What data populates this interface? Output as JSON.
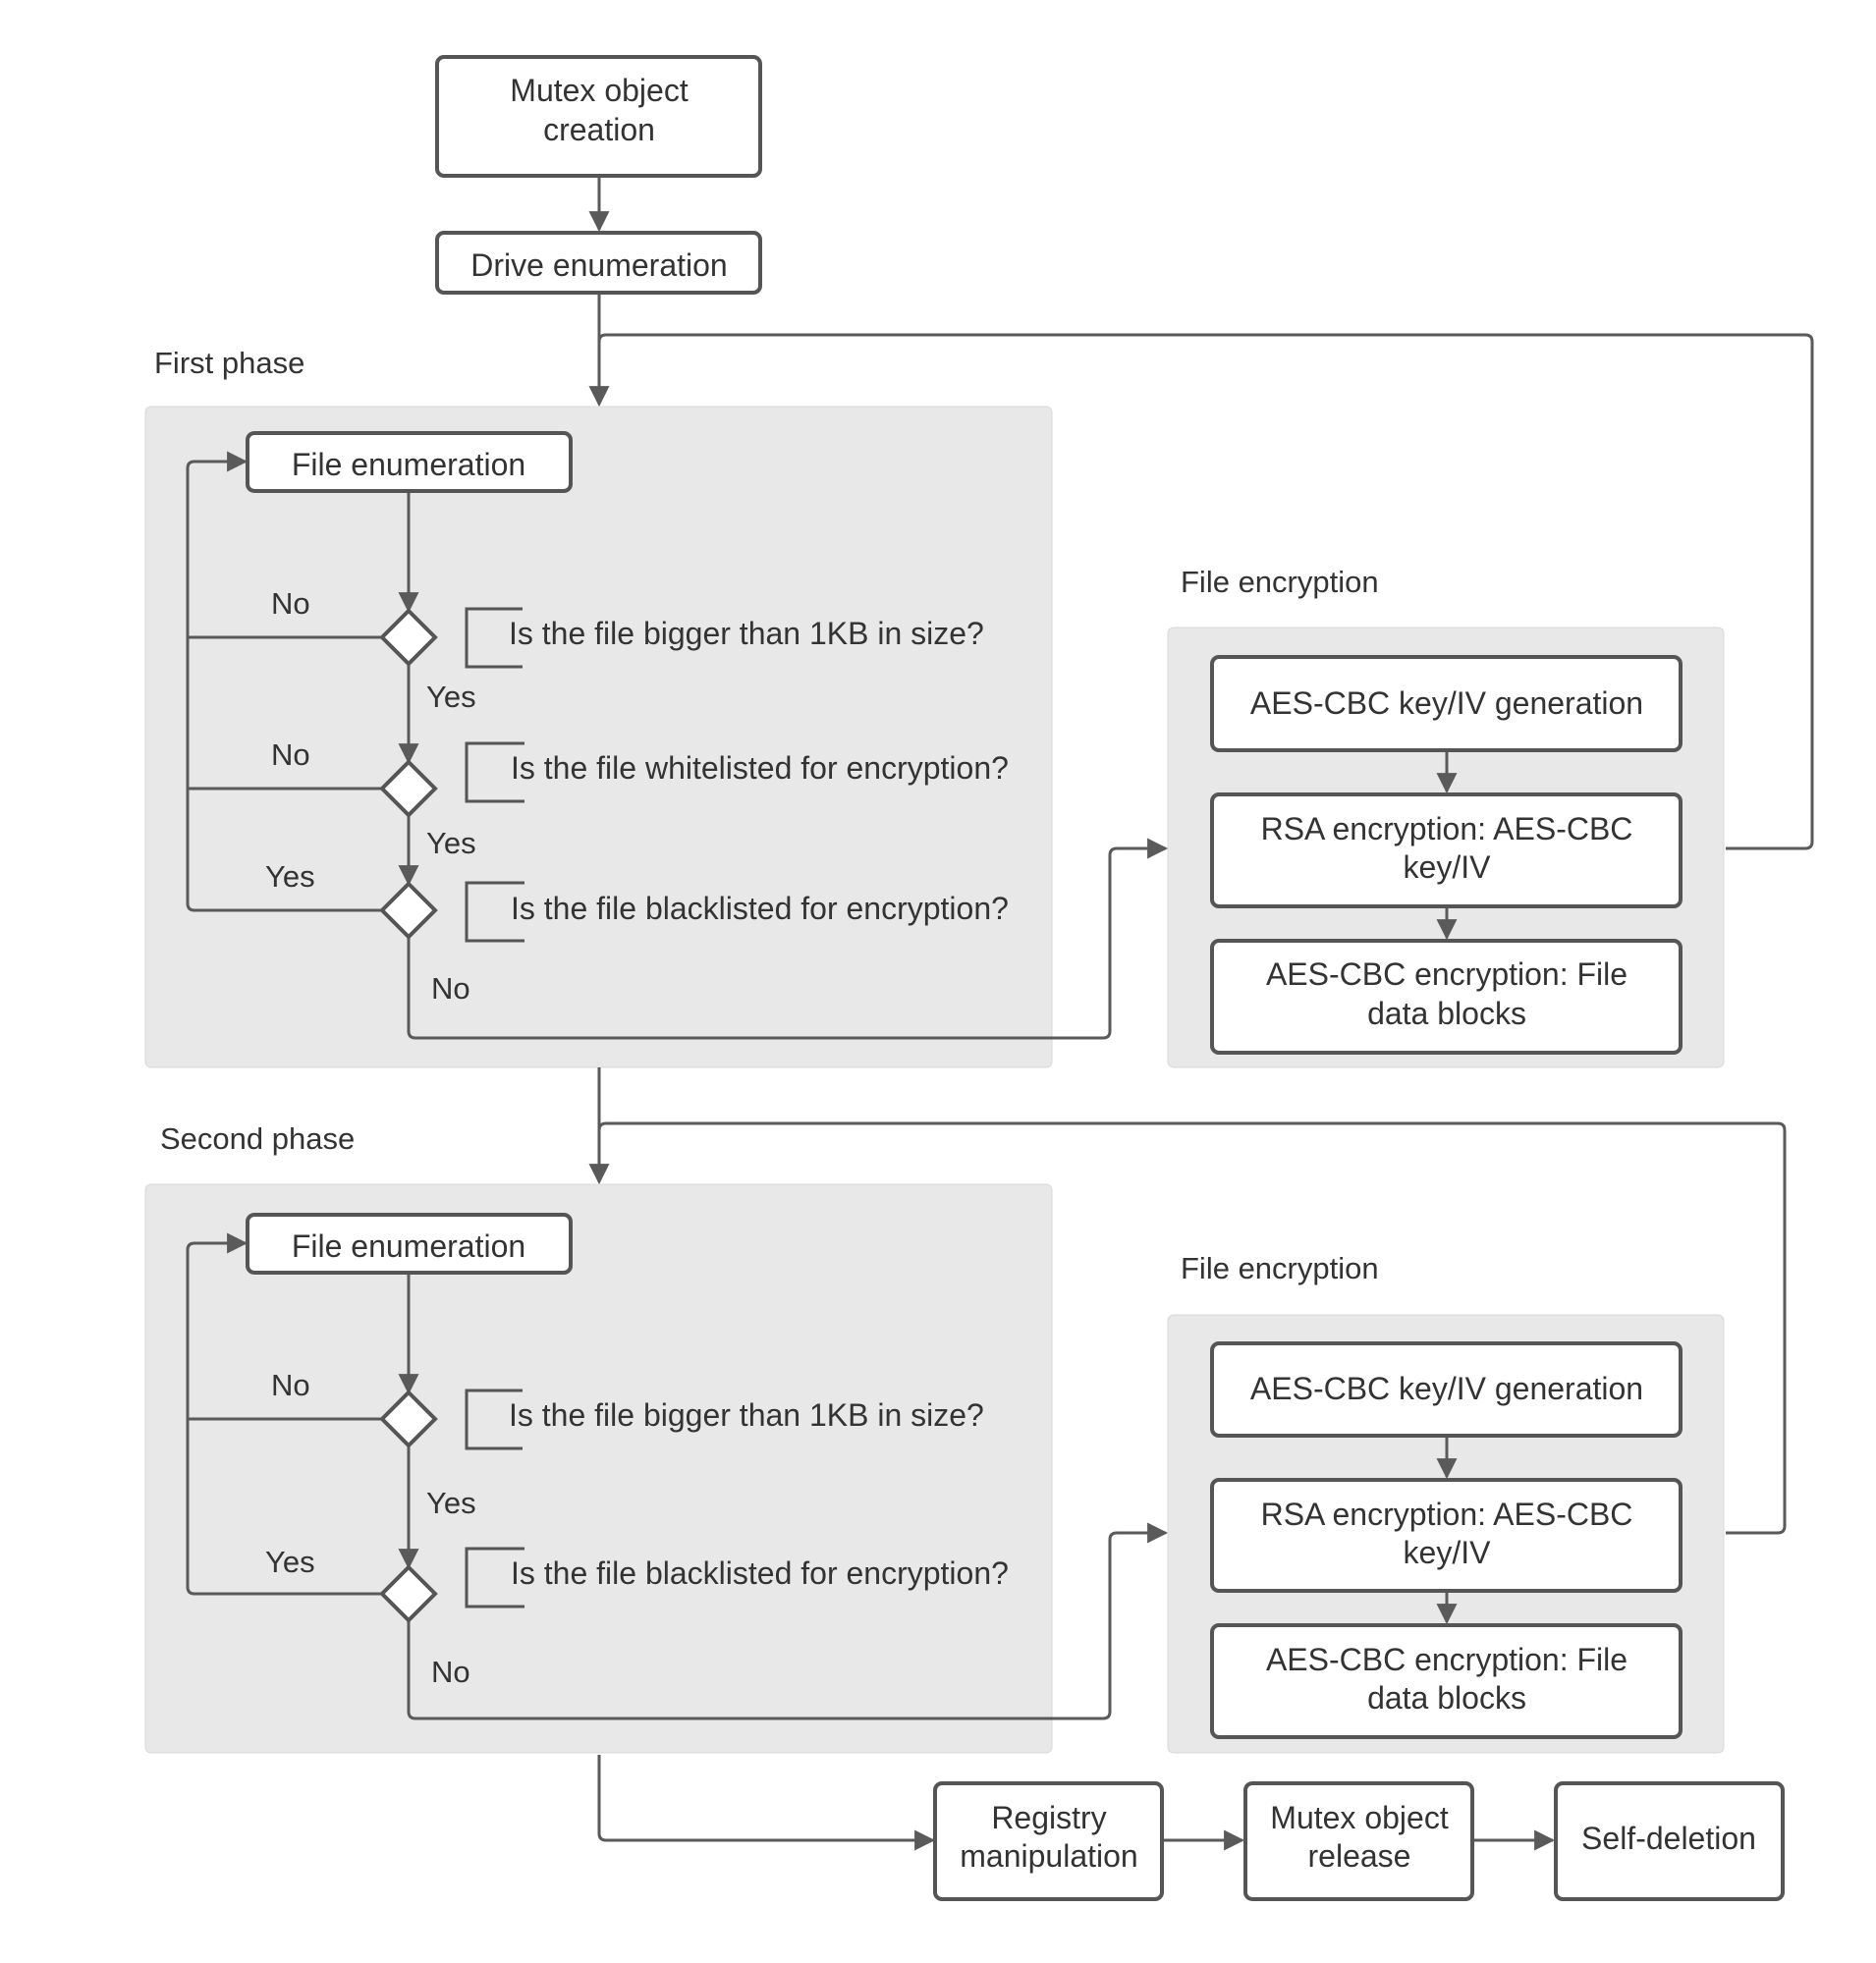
{
  "nodes": {
    "mutex_creation": [
      "Mutex object",
      "creation"
    ],
    "drive_enumeration": "Drive enumeration",
    "registry_manipulation": [
      "Registry",
      "manipulation"
    ],
    "mutex_release": [
      "Mutex object",
      "release"
    ],
    "self_deletion": "Self-deletion"
  },
  "first_phase": {
    "title": "First phase",
    "file_enumeration": "File enumeration",
    "q_size": "Is the file bigger than 1KB in size?",
    "q_whitelist": "Is the file whitelisted for encryption?",
    "q_blacklist": "Is the file blacklisted for encryption?",
    "labels": {
      "size_no": "No",
      "size_yes": "Yes",
      "white_no": "No",
      "white_yes": "Yes",
      "black_yes": "Yes",
      "black_no": "No"
    },
    "encryption": {
      "title": "File encryption",
      "key_gen": "AES-CBC key/IV generation",
      "rsa": [
        "RSA encryption: AES-CBC",
        "key/IV"
      ],
      "aes": [
        "AES-CBC encryption: File",
        "data blocks"
      ]
    }
  },
  "second_phase": {
    "title": "Second phase",
    "file_enumeration": "File enumeration",
    "q_size": "Is the file bigger than 1KB in size?",
    "q_blacklist": "Is the file blacklisted for encryption?",
    "labels": {
      "size_no": "No",
      "size_yes": "Yes",
      "black_yes": "Yes",
      "black_no": "No"
    },
    "encryption": {
      "title": "File encryption",
      "key_gen": "AES-CBC key/IV generation",
      "rsa": [
        "RSA encryption: AES-CBC",
        "key/IV"
      ],
      "aes": [
        "AES-CBC encryption: File",
        "data blocks"
      ]
    }
  }
}
